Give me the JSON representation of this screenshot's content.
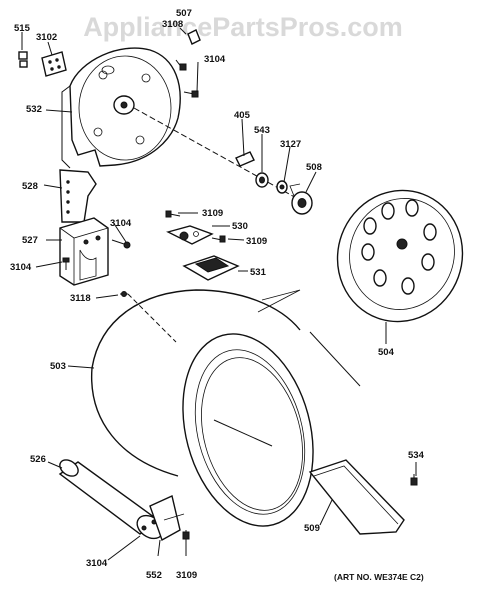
{
  "watermark": "AppliancePartsPros.com",
  "art_number": "(ART NO. WE374E C2)",
  "callouts": [
    {
      "id": "c515",
      "text": "515"
    },
    {
      "id": "c3102",
      "text": "3102"
    },
    {
      "id": "c507",
      "text": "507"
    },
    {
      "id": "c3108",
      "text": "3108"
    },
    {
      "id": "c3104a",
      "text": "3104"
    },
    {
      "id": "c532",
      "text": "532"
    },
    {
      "id": "c405",
      "text": "405"
    },
    {
      "id": "c543",
      "text": "543"
    },
    {
      "id": "c3127",
      "text": "3127"
    },
    {
      "id": "c508",
      "text": "508"
    },
    {
      "id": "c528",
      "text": "528"
    },
    {
      "id": "c3104b",
      "text": "3104"
    },
    {
      "id": "c527",
      "text": "527"
    },
    {
      "id": "c3104c",
      "text": "3104"
    },
    {
      "id": "c3109a",
      "text": "3109"
    },
    {
      "id": "c530",
      "text": "530"
    },
    {
      "id": "c3109b",
      "text": "3109"
    },
    {
      "id": "c531",
      "text": "531"
    },
    {
      "id": "c3118",
      "text": "3118"
    },
    {
      "id": "c503",
      "text": "503"
    },
    {
      "id": "c504",
      "text": "504"
    },
    {
      "id": "c526",
      "text": "526"
    },
    {
      "id": "c534",
      "text": "534"
    },
    {
      "id": "c509",
      "text": "509"
    },
    {
      "id": "c3104d",
      "text": "3104"
    },
    {
      "id": "c552",
      "text": "552"
    },
    {
      "id": "c3109c",
      "text": "3109"
    }
  ]
}
